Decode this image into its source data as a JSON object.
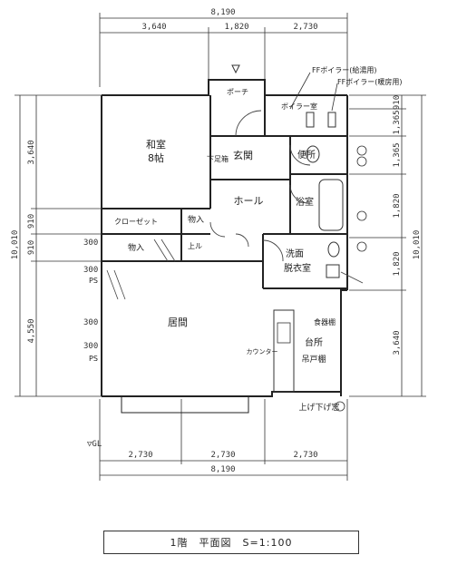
{
  "title": "1階　平面図　S=1:100",
  "rooms": {
    "washitsu": "和室",
    "washitsu_size": "8帖",
    "porch": "ポーチ",
    "boiler_room": "ボイラー室",
    "shoe_rack": "下足箱",
    "entrance": "玄関",
    "toilet": "便所",
    "hall": "ホール",
    "bath": "浴室",
    "closet": "クローゼット",
    "storage1": "物入",
    "storage2": "物入",
    "stairs_up": "上ル",
    "washroom1": "洗面",
    "washroom2": "脱衣室",
    "living": "居間",
    "counter": "カウンター",
    "dish_shelf": "食器棚",
    "kitchen": "台所",
    "hanging_shelf": "吊戸棚",
    "window_note": "上げ下げ窓",
    "ps1": "PS",
    "ps2": "PS"
  },
  "boiler_notes": [
    "FFボイラー(給湯用)",
    "FFボイラー(暖房用)"
  ],
  "dimensions": {
    "top_total": "8,190",
    "top_parts": [
      "3,640",
      "1,820",
      "2,730"
    ],
    "bottom_parts": [
      "2,730",
      "2,730",
      "2,730"
    ],
    "bottom_total": "8,190",
    "left_total": "10,010",
    "left_parts": [
      "3,640",
      "910",
      "910",
      "4,550"
    ],
    "right_total": "10,010",
    "right_parts": [
      "910",
      "1,365",
      "1,365",
      "1,820",
      "1,820",
      "3,640"
    ],
    "small_300": [
      "300",
      "300",
      "300",
      "300"
    ],
    "ground_level": "▽GL"
  }
}
